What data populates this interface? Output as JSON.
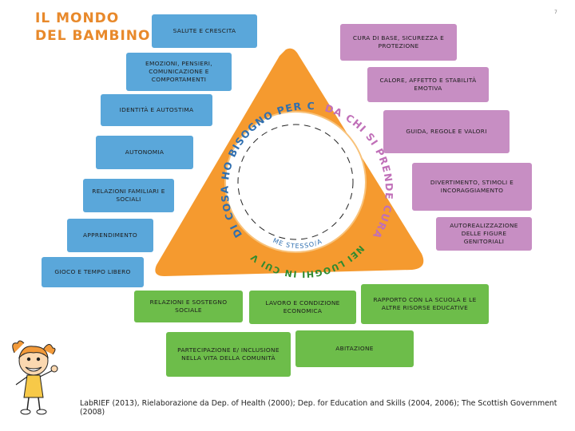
{
  "title": {
    "line1": "IL MONDO",
    "line2": "DEL BAMBINO"
  },
  "page_number": "7",
  "blue_boxes": [
    "SALUTE E CRESCITA",
    "EMOZIONI, PENSIERI, COMUNICAZIONE E COMPORTAMENTI",
    "IDENTITÀ E AUTOSTIMA",
    "AUTONOMIA",
    "RELAZIONI FAMILIARI E SOCIALI",
    "APPRENDIMENTO",
    "GIOCO E TEMPO LIBERO"
  ],
  "purple_boxes": [
    "CURA DI BASE, SICUREZZA E PROTEZIONE",
    "CALORE, AFFETTO E STABILITÀ EMOTIVA",
    "GUIDA, REGOLE E VALORI",
    "DIVERTIMENTO, STIMOLI E INCORAGGIAMENTO",
    "AUTOREALIZZAZIONE DELLE FIGURE GENITORIALI"
  ],
  "green_boxes": [
    "RELAZIONI E SOSTEGNO SOCIALE",
    "LAVORO E CONDIZIONE ECONOMICA",
    "RAPPORTO CON LA SCUOLA E LE ALTRE RISORSE EDUCATIVE",
    "PARTECIPAZIONE E/ INCLUSIONE NELLA VITA DELLA COMUNITÀ",
    "ABITAZIONE"
  ],
  "triangle": {
    "left_text": "DI COSA HO BISOGNO PER CRESCERE",
    "right_text": "DA CHI SI PRENDE CURA DI ME",
    "bottom_text": "NEI LUOGHI IN CUI VIVO",
    "center_label": "ME STESSO/A"
  },
  "footer": "LabRIEF (2013), Rielaborazione da Dep. of Health (2000); Dep. for Education and Skills (2004, 2006); The Scottish Government (2008)",
  "colors": {
    "blue": "#5aa7da",
    "purple": "#c78ec3",
    "green": "#6dbd4a",
    "orange": "#f59a2f",
    "title_orange": "#e8892b",
    "purple_text": "#c06fb8",
    "blue_text": "#2f6fb0"
  }
}
